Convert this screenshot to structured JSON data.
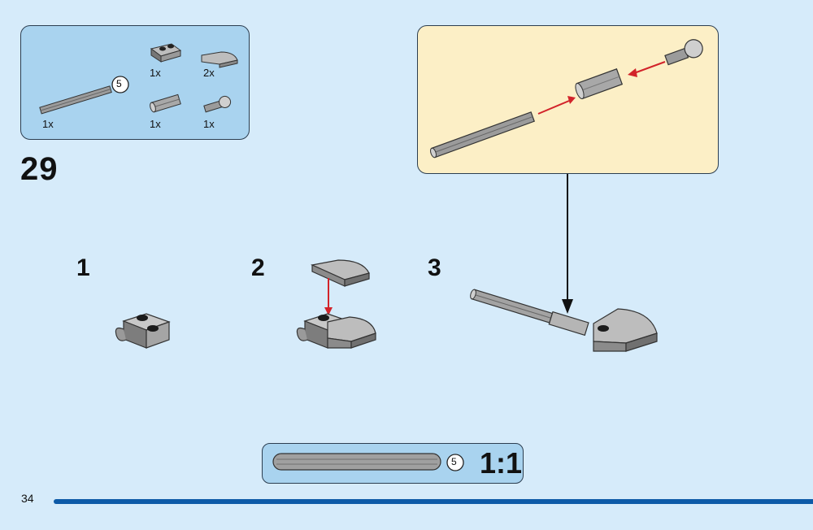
{
  "parts_list": {
    "items": [
      {
        "name": "axle-length-5",
        "quantity": "1x",
        "length": "5"
      },
      {
        "name": "plate-1x2-with-clip",
        "quantity": "1x"
      },
      {
        "name": "curved-slope",
        "quantity": "2x"
      },
      {
        "name": "axle-connector",
        "quantity": "1x"
      },
      {
        "name": "axle-with-ball",
        "quantity": "1x"
      }
    ]
  },
  "step": {
    "number": "29"
  },
  "substeps": [
    {
      "number": "1"
    },
    {
      "number": "2"
    },
    {
      "number": "3"
    }
  ],
  "ruler": {
    "length": "5",
    "scale": "1:1"
  },
  "page": {
    "number": "34"
  },
  "colors": {
    "background": "#d6ebfa",
    "parts_box": "#a9d3ef",
    "callout": "#fcefc6",
    "arrow": "#d2232a",
    "page_bar": "#0d5aa7"
  }
}
